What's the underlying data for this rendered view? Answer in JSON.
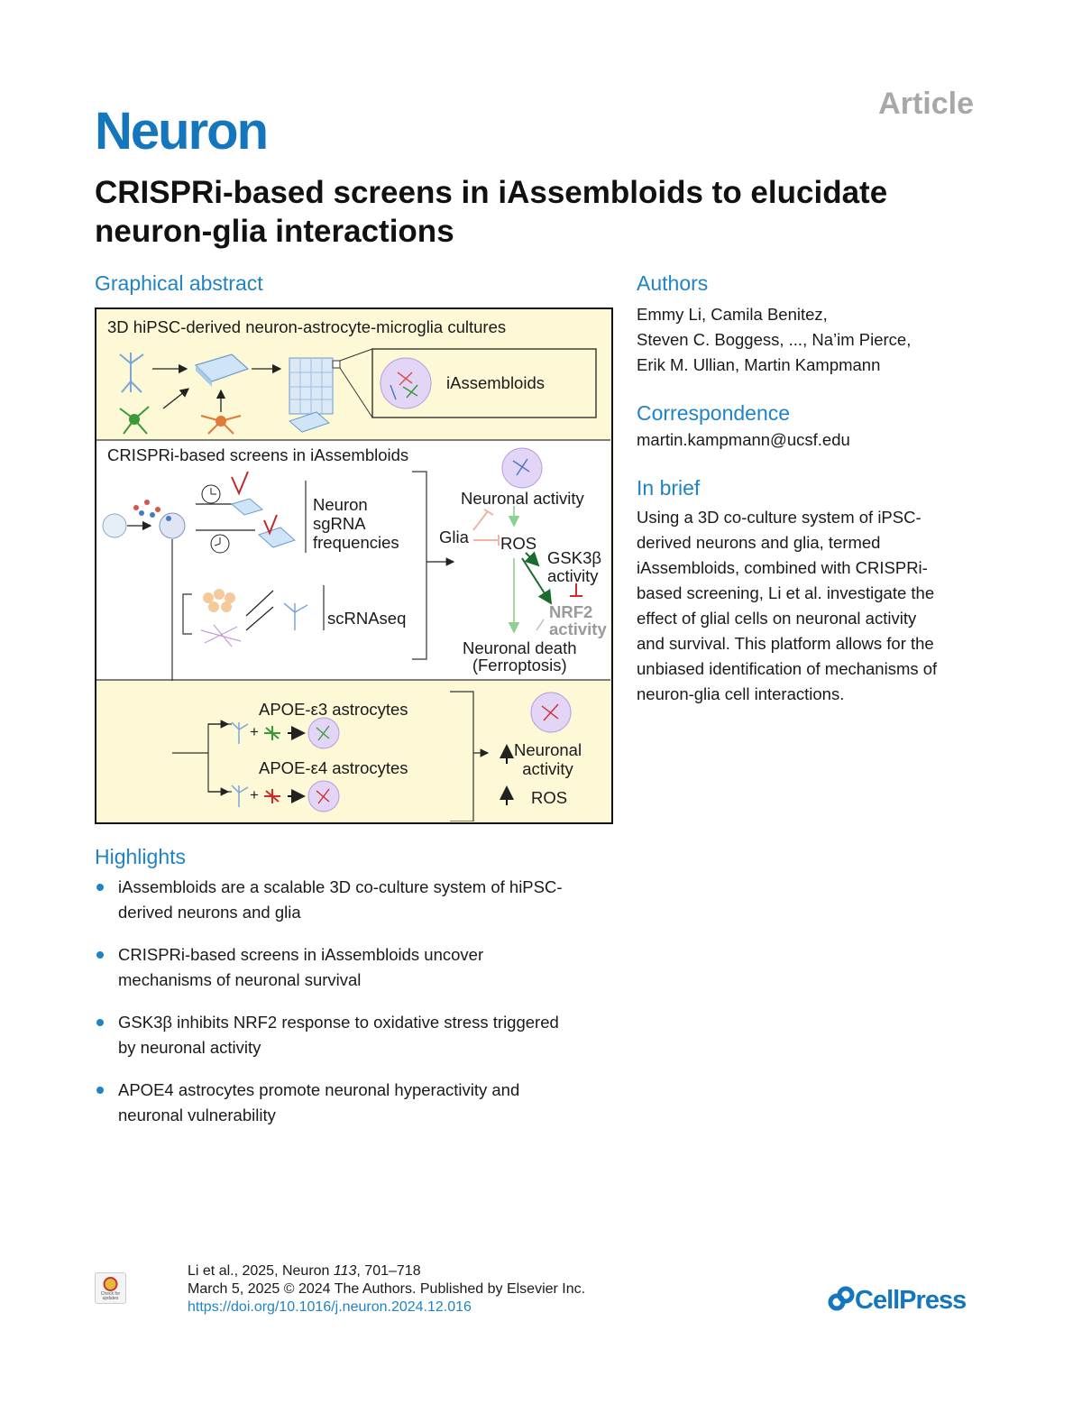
{
  "header": {
    "article_label": "Article",
    "journal": "Neuron"
  },
  "title": "CRISPRi-based screens in iAssembloids to elucidate neuron-glia interactions",
  "graphical_abstract": {
    "heading": "Graphical abstract",
    "panel1": {
      "title": "3D hiPSC-derived neuron-astrocyte-microglia cultures",
      "label": "iAssembloids"
    },
    "panel2": {
      "title": "CRISPRi-based screens in iAssembloids",
      "neuron_line1": "Neuron",
      "neuron_line2": "sgRNA",
      "neuron_line3": "frequencies",
      "scrnaseq": "scRNAseq",
      "glia": "Glia",
      "neuronal_activity": "Neuronal activity",
      "ros": "ROS",
      "gsk": "GSK3β",
      "gsk_activity": "activity",
      "nrf2": "NRF2",
      "nrf2_activity": "activity",
      "death": "Neuronal death",
      "ferroptosis": "(Ferroptosis)"
    },
    "panel3": {
      "apoe3": "APOE-ε3 astrocytes",
      "apoe4": "APOE-ε4 astrocytes",
      "neuronal": "Neuronal",
      "activity": "activity",
      "ros": "ROS"
    }
  },
  "authors": {
    "heading": "Authors",
    "lines": [
      "Emmy Li, Camila Benitez,",
      "Steven C. Boggess, ..., Na’im Pierce,",
      "Erik M. Ullian, Martin Kampmann"
    ]
  },
  "correspondence": {
    "heading": "Correspondence",
    "email": "martin.kampmann@ucsf.edu"
  },
  "in_brief": {
    "heading": "In brief",
    "lines": [
      "Using a 3D co-culture system of iPSC-",
      "derived neurons and glia, termed",
      "iAssembloids, combined with CRISPRi-",
      "based screening, Li et al. investigate the",
      "effect of glial cells on neuronal activity",
      "and survival. This platform allows for the",
      "unbiased identification of mechanisms of",
      "neuron-glia cell interactions."
    ]
  },
  "highlights": {
    "heading": "Highlights",
    "items": [
      {
        "line1": "iAssembloids are a scalable 3D co-culture system of hiPSC-",
        "line2": "derived neurons and glia"
      },
      {
        "line1": "CRISPRi-based screens in iAssembloids uncover",
        "line2": "mechanisms of neuronal survival"
      },
      {
        "line1": "GSK3β inhibits NRF2 response to oxidative stress triggered",
        "line2": "by neuronal activity"
      },
      {
        "line1": "APOE4 astrocytes promote neuronal hyperactivity and",
        "line2": "neuronal vulnerability"
      }
    ]
  },
  "footer": {
    "citation_authors": "Li et al., 2025, Neuron ",
    "volume": "113",
    "pages": ", 701–718",
    "date_line": "March 5, 2025 © 2024 The Authors. Published by Elsevier Inc.",
    "doi": "https://doi.org/10.1016/j.neuron.2024.12.016",
    "check_updates": "Check for updates",
    "publisher": "CellPress"
  }
}
